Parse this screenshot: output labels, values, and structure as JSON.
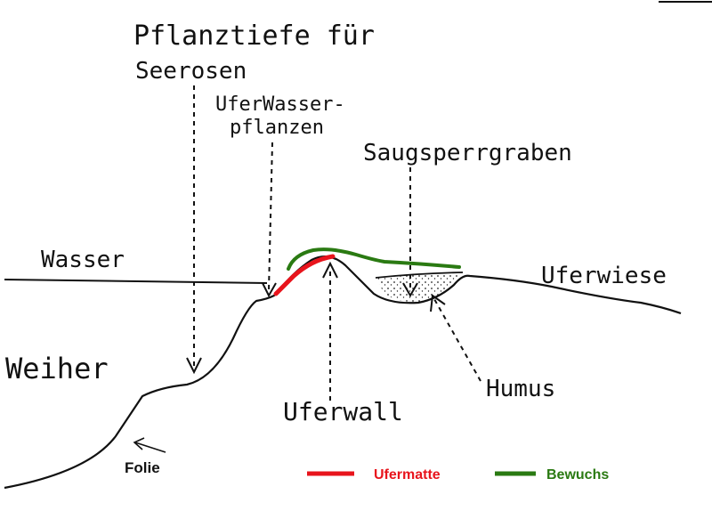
{
  "labels": {
    "seerosen_line1": "Pflanztiefe für",
    "seerosen_line2": "Seerosen",
    "uferwasser_line1": "UferWasser-",
    "uferwasser_line2": "pflanzen",
    "saugsperrgraben": "Saugsperrgraben",
    "wasser": "Wasser",
    "uferwiese": "Uferwiese",
    "weiher": "Weiher",
    "humus": "Humus",
    "uferwall": "Uferwall",
    "folie": "Folie"
  },
  "legend": {
    "ufermatte": {
      "label": "Ufermatte",
      "color": "#e8141c"
    },
    "bewuchs": {
      "label": "Bewuchs",
      "color": "#2a7a12"
    }
  },
  "colors": {
    "ink": "#111111"
  }
}
